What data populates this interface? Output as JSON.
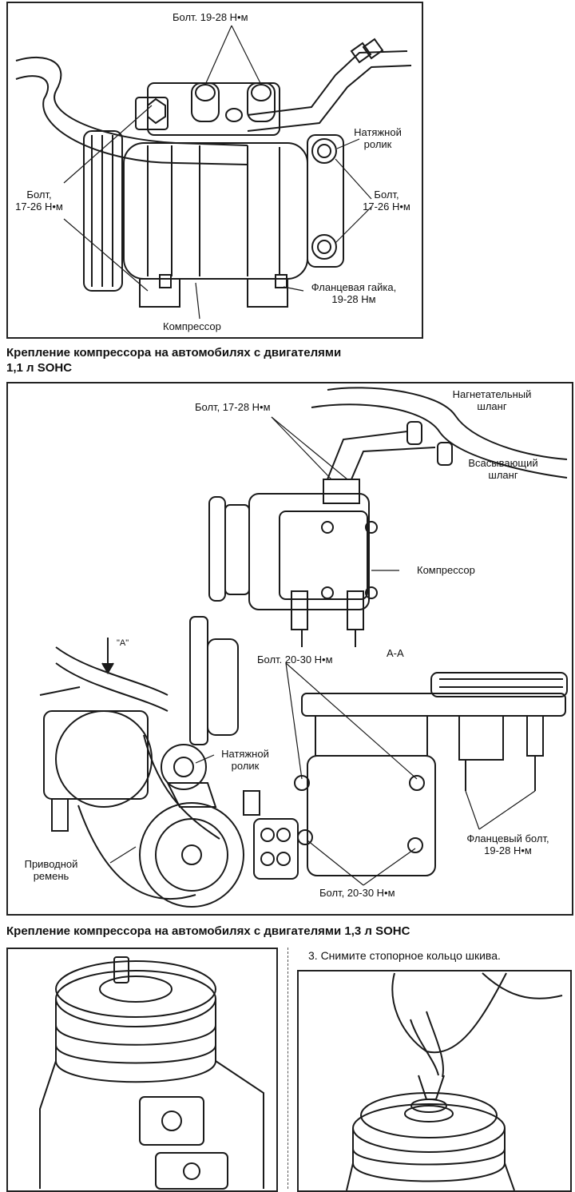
{
  "figure1": {
    "bolt_top": "Болт. 19-28 Н•м",
    "tensioner": [
      "Натяжной",
      "ролик"
    ],
    "bolt_left": [
      "Болт,",
      "17-26 Н•м"
    ],
    "bolt_right": [
      "Болт,",
      "17-26 Н•м"
    ],
    "flange_nut": [
      "Фланцевая гайка,",
      "19-28 Нм"
    ],
    "compressor": "Компрессор"
  },
  "caption1": [
    "Крепление компрессора на автомобилях с двигателями",
    "1,1 л SOHC"
  ],
  "figure2": {
    "bolt_top": "Болт, 17-28 Н•м",
    "discharge_hose": [
      "Нагнетательный",
      "шланг"
    ],
    "suction_hose": [
      "Всасывающий",
      "шланг"
    ],
    "compressor": "Компрессор",
    "view_arrow": "\"A\"",
    "section": "А-А",
    "bolt_mid": "Болт. 20-30 Н•м",
    "tensioner": [
      "Натяжной",
      "ролик"
    ],
    "drive_belt": [
      "Приводной",
      "ремень"
    ],
    "flange_bolt": [
      "Фланцевый болт,",
      "19-28 Н•м"
    ],
    "bolt_bottom": "Болт, 20-30 Н•м"
  },
  "caption2": "Крепление компрессора на автомобилях с двигателями 1,3 л SOHC",
  "step3": "3. Снимите стопорное кольцо шкива."
}
